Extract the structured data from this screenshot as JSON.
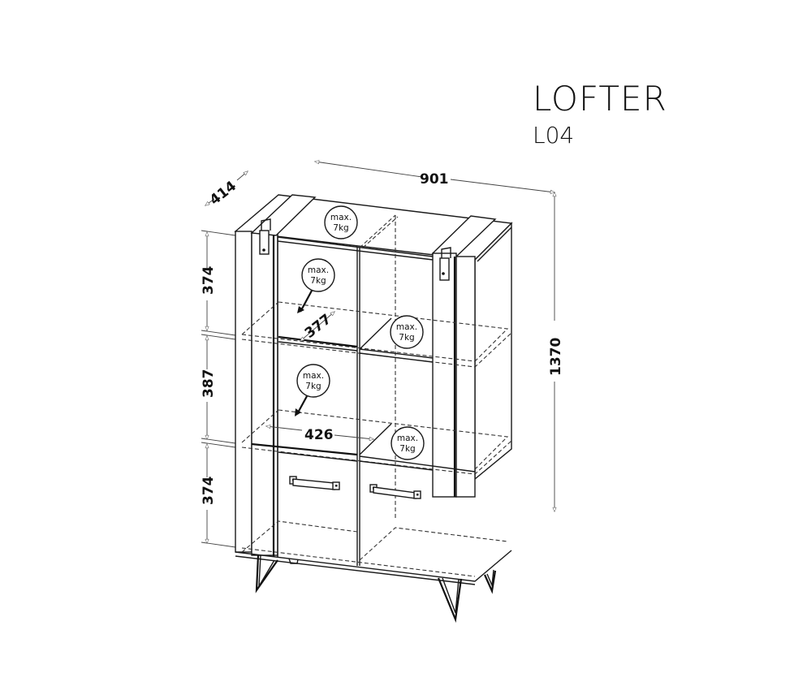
{
  "header": {
    "title": "LOFTER",
    "model": "L04"
  },
  "dimensions": {
    "width": "901",
    "depth": "414",
    "height": "1370",
    "upper_section_height": "374",
    "middle_section_height": "387",
    "lower_section_height": "374",
    "upper_shelf_depth": "377",
    "middle_shelf_width": "426"
  },
  "load_badges": [
    {
      "line1": "max.",
      "line2": "7kg",
      "location": "top"
    },
    {
      "line1": "max.",
      "line2": "7kg",
      "location": "upper-left-shelf"
    },
    {
      "line1": "max.",
      "line2": "7kg",
      "location": "upper-right-shelf"
    },
    {
      "line1": "max.",
      "line2": "7kg",
      "location": "middle-left-shelf"
    },
    {
      "line1": "max.",
      "line2": "7kg",
      "location": "middle-right-shelf"
    }
  ],
  "colors": {
    "line": "#1a1a1a",
    "background": "#ffffff"
  }
}
